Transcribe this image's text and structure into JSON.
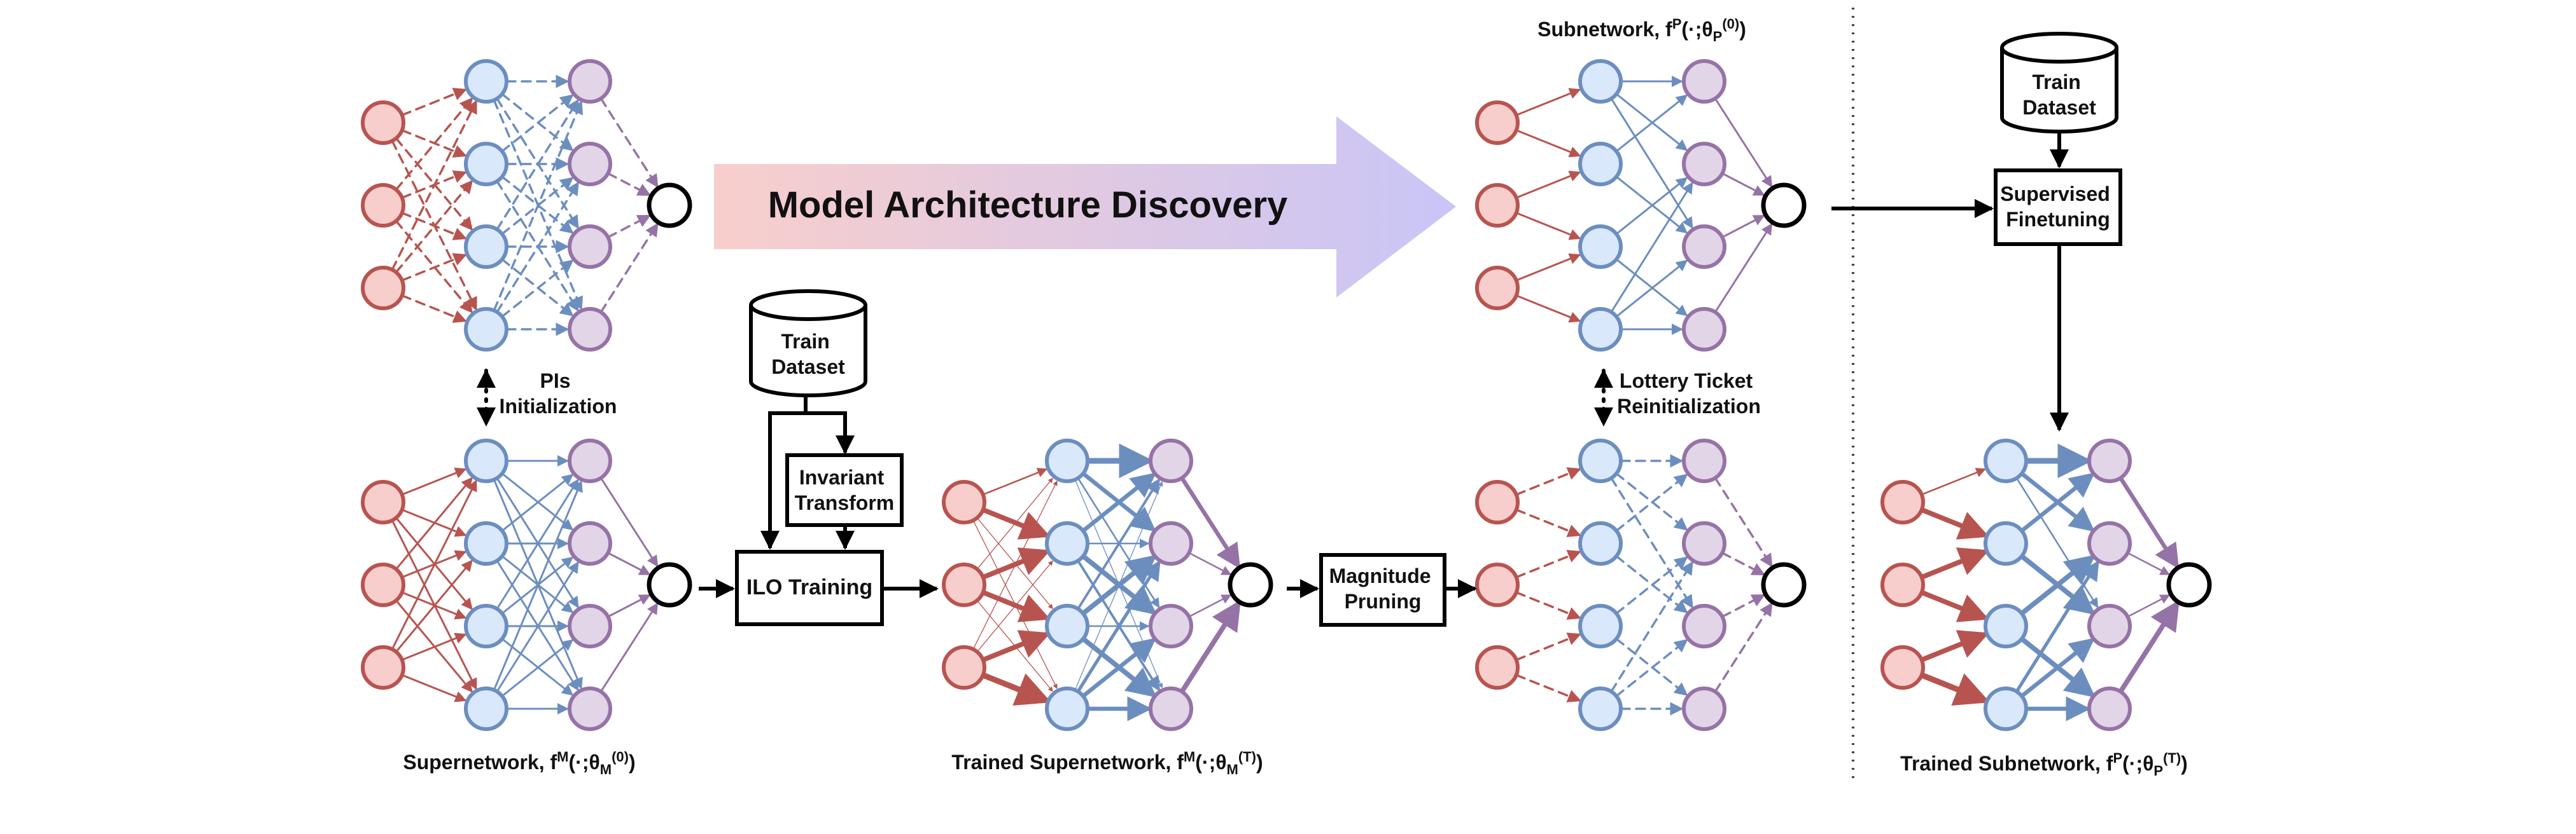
{
  "colors": {
    "input_stroke": "#b85450",
    "input_fill": "#f8cecc",
    "hidden1_stroke": "#6c8ebf",
    "hidden1_fill": "#dae8fc",
    "hidden2_stroke": "#9673a6",
    "hidden2_fill": "#e1d5e7",
    "output_stroke": "#000000",
    "arrow_gradient_start": "#f8cecc",
    "arrow_gradient_end": "#c9c5f7"
  },
  "banner": {
    "text": "Model Architecture Discovery"
  },
  "networks": {
    "init_net": {
      "edge_style": "dashed",
      "label": ""
    },
    "supernetwork": {
      "edge_style": "solid",
      "label": "Supernetwork, f",
      "sup": "M",
      "args": "(·;θ",
      "sub": "M",
      "sup2": "(0)",
      "close": ")"
    },
    "trained_supernetwork": {
      "edge_style": "weighted",
      "label": "Trained Supernetwork, f",
      "sup": "M",
      "args": "(·;θ",
      "sub": "M",
      "sup2": "(T)",
      "close": ")"
    },
    "subnetwork": {
      "edge_style": "sparse",
      "label": "Subnetwork, f",
      "sup": "P",
      "args": "(·;θ",
      "sub": "P",
      "sup2": "(0)",
      "close": ")"
    },
    "pruned_net": {
      "edge_style": "sparse-dashed",
      "label": ""
    },
    "trained_subnetwork": {
      "edge_style": "sparse-weighted",
      "label": "Trained Subnetwork, f",
      "sup": "P",
      "args": "(·;θ",
      "sub": "P",
      "sup2": "(T)",
      "close": ")"
    }
  },
  "boxes": {
    "ilo_training": "ILO Training",
    "invariant_transform": [
      "Invariant",
      "Transform"
    ],
    "magnitude_pruning": [
      "Magnitude",
      "Pruning"
    ],
    "supervised_finetuning": [
      "Supervised",
      "Finetuning"
    ]
  },
  "datasets": {
    "train_dataset_1": [
      "Train",
      "Dataset"
    ],
    "train_dataset_2": [
      "Train",
      "Dataset"
    ]
  },
  "annotations": {
    "pis_init": [
      "PIs",
      "Initialization"
    ],
    "lottery_ticket": [
      "Lottery Ticket",
      "Reinitialization"
    ]
  }
}
